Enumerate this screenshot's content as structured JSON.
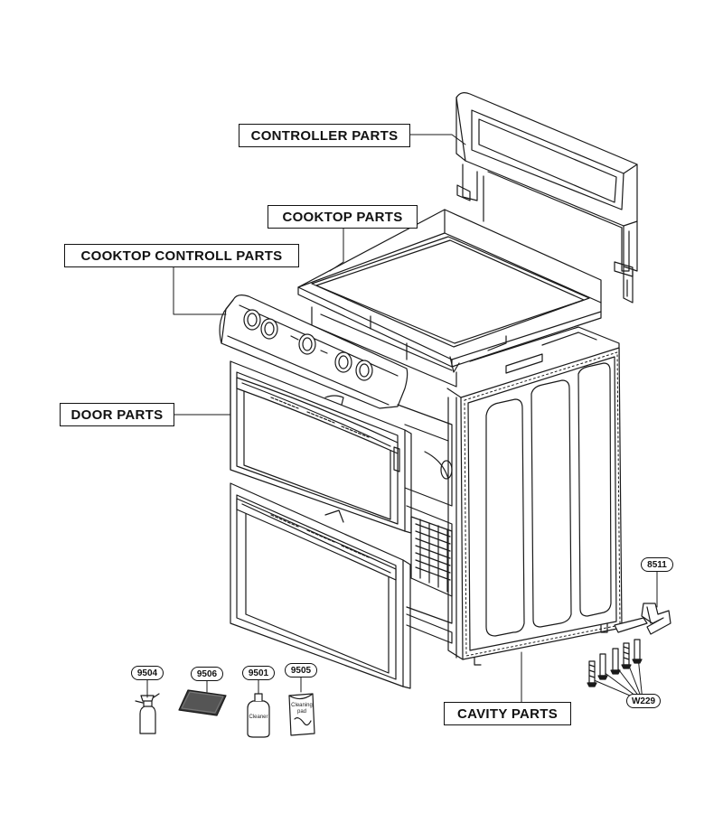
{
  "labels": {
    "controller": "CONTROLLER PARTS",
    "cooktop": "COOKTOP PARTS",
    "cooktop_controll": "COOKTOP CONTROLL PARTS",
    "door": "DOOR PARTS",
    "cavity": "CAVITY PARTS"
  },
  "part_numbers": {
    "p9504": "9504",
    "p9506": "9506",
    "p9501": "9501",
    "p9505": "9505",
    "p8511": "8511",
    "w229": "W229"
  },
  "accessory_text": {
    "cleaner": "Cleaner",
    "cleaning_pad": "Cleaning pad"
  },
  "colors": {
    "line": "#1a1a1a",
    "label_border": "#111111",
    "background": "#ffffff"
  }
}
